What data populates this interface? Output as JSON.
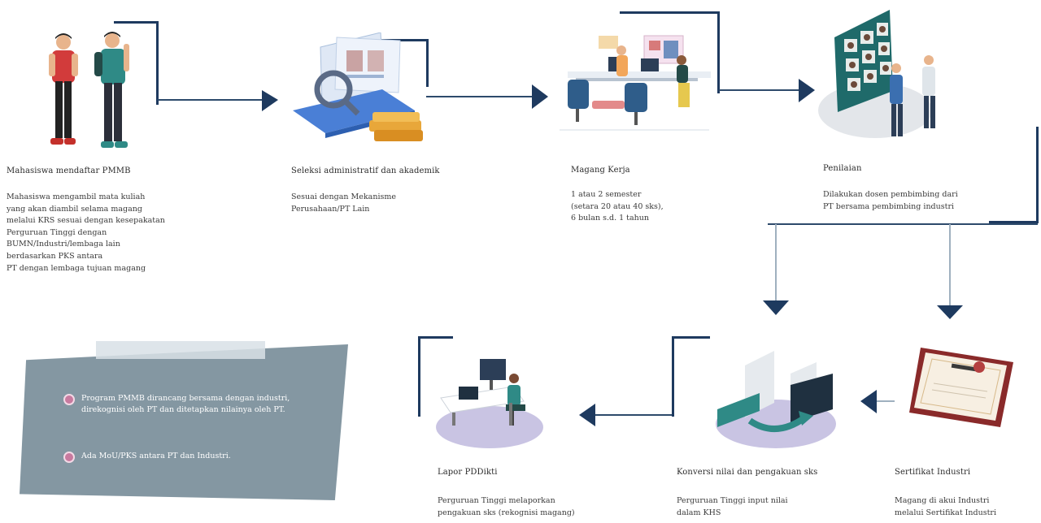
{
  "steps": {
    "s1": {
      "title": "Mahasiswa mendaftar PMMB",
      "desc": "Mahasiswa mengambil mata kuliah\nyang akan diambil selama magang\nmelalui KRS sesuai dengan kesepakatan\nPerguruan Tinggi dengan\nBUMN/Industri/lembaga lain\nberdasarkan PKS antara\nPT dengan lembaga tujuan magang"
    },
    "s2": {
      "title": "Seleksi administratif dan akademik",
      "desc": "Sesuai dengan Mekanisme\nPerusahaan/PT Lain"
    },
    "s3": {
      "title": "Magang Kerja",
      "desc": "1 atau 2 semester\n(setara 20 atau 40 sks),\n6 bulan s.d. 1 tahun"
    },
    "s4": {
      "title": "Penilaian",
      "desc": "Dilakukan dosen pembimbing dari\nPT bersama pembimbing industri"
    },
    "s5": {
      "title": "Sertifikat Industri",
      "desc": "Magang di akui Industri\nmelalui Sertifikat Industri"
    },
    "s6": {
      "title": "Konversi nilai dan pengakuan sks",
      "desc": "Perguruan Tinggi input nilai\ndalam KHS"
    },
    "s7": {
      "title": "Lapor PDDikti",
      "desc": "Perguruan Tinggi melaporkan\npengakuan sks (rekognisi magang)"
    }
  },
  "notes": [
    "Program PMMB dirancang bersama dengan industri, direkognisi oleh PT dan ditetapkan nilainya oleh PT.",
    "Ada MoU/PKS antara PT dan Industri."
  ],
  "colors": {
    "navy": "#1e3a5f",
    "line": "#2d4a6b",
    "teal": "#2f8a86",
    "purple": "#c9c4e3",
    "panel": "#8497a2",
    "bullet": "#c87a9f"
  }
}
